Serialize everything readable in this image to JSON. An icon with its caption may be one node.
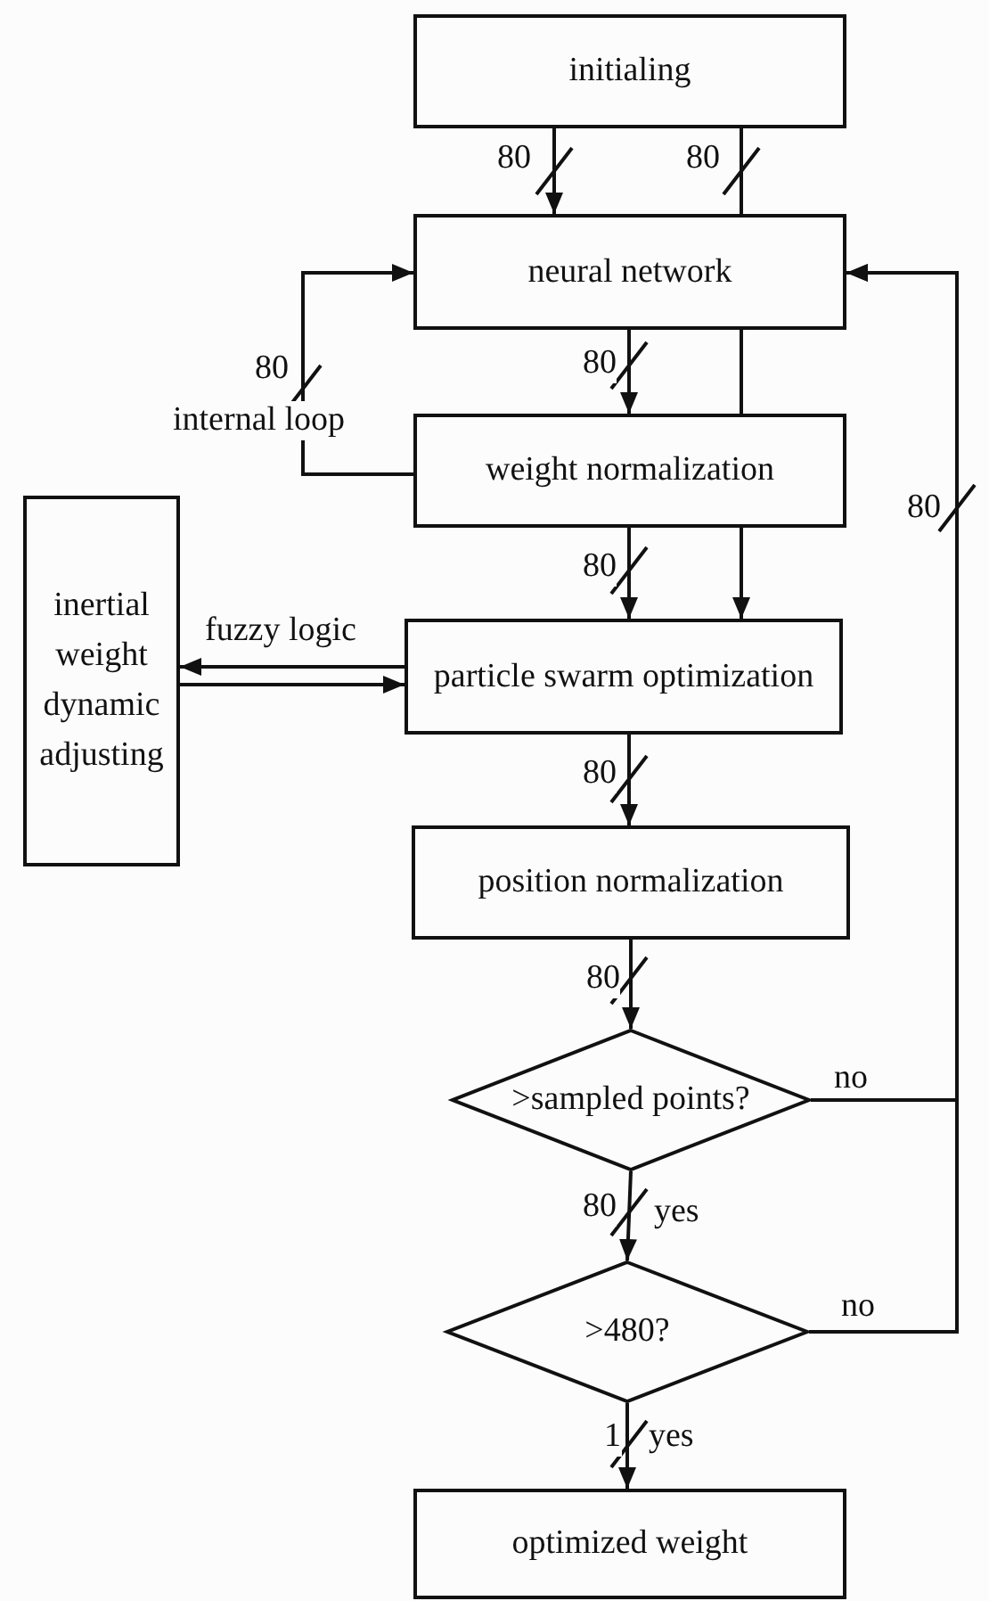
{
  "diagram": {
    "nodes": [
      {
        "text": [
          "initialing"
        ]
      },
      {
        "text": [
          "neural network"
        ]
      },
      {
        "text": [
          "weight normalization"
        ]
      },
      {
        "text": [
          "inertial weight dynamic adjusting"
        ]
      },
      {
        "text": [
          "particle swarm optimization"
        ]
      },
      {
        "text": [
          "position normalization"
        ]
      },
      {
        "text": [
          ">sampled points?"
        ]
      },
      {
        "text": [
          ">480?"
        ]
      },
      {
        "text": [
          "optimized weight"
        ]
      }
    ],
    "edges": [
      {
        "from": 0,
        "to": 1,
        "arrow": "to",
        "label": "80"
      },
      {
        "from": 0,
        "to": 1,
        "arrow": "none",
        "label": "80"
      },
      {
        "from": 1,
        "to": 2,
        "arrow": "to",
        "label": "80"
      },
      {
        "from": 1,
        "to": 2,
        "arrow": "none"
      },
      {
        "from": 2,
        "to": 1,
        "arrow": "to",
        "label": "internal loop"
      },
      {
        "from": 2,
        "to": 4,
        "arrow": "to",
        "label": "80"
      },
      {
        "from": 2,
        "to": 4,
        "arrow": "to"
      },
      {
        "from": 4,
        "to": 3,
        "arrow": "to",
        "label": "fuzzy logic"
      },
      {
        "from": 3,
        "to": 4,
        "arrow": "to"
      },
      {
        "from": 4,
        "to": 5,
        "arrow": "to",
        "label": "80"
      },
      {
        "from": 5,
        "to": 6,
        "arrow": "to",
        "label": "80"
      },
      {
        "from": 6,
        "to": 7,
        "arrow": "to",
        "label": "80"
      },
      {
        "from": 7,
        "to": 8,
        "arrow": "to",
        "label": "1"
      },
      {
        "from": 6,
        "to": 1,
        "arrow": "to",
        "label": "no"
      },
      {
        "from": 7,
        "to": 1,
        "arrow": "to",
        "label": "no"
      }
    ],
    "labels": [
      "80",
      "80",
      "yes",
      "yes"
    ]
  }
}
